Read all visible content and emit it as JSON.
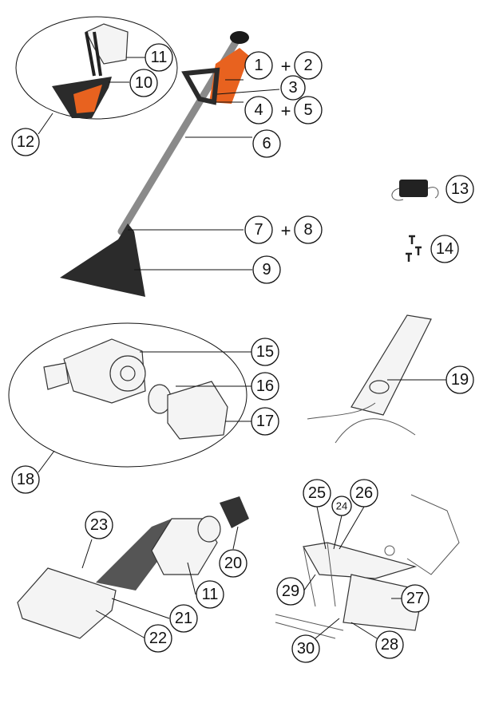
{
  "diagram": {
    "callouts": [
      "1",
      "2",
      "3",
      "4",
      "5",
      "6",
      "7",
      "8",
      "9",
      "10",
      "11",
      "12",
      "13",
      "14",
      "15",
      "16",
      "17",
      "18",
      "19",
      "20",
      "21",
      "22",
      "23",
      "24",
      "25",
      "26",
      "27",
      "28",
      "29",
      "30"
    ],
    "second_11": "11",
    "plus": "+",
    "colors": {
      "accent_orange": "#e8621f",
      "dark_base": "#2b2b2b",
      "pole_gray": "#8a8a8a"
    }
  }
}
